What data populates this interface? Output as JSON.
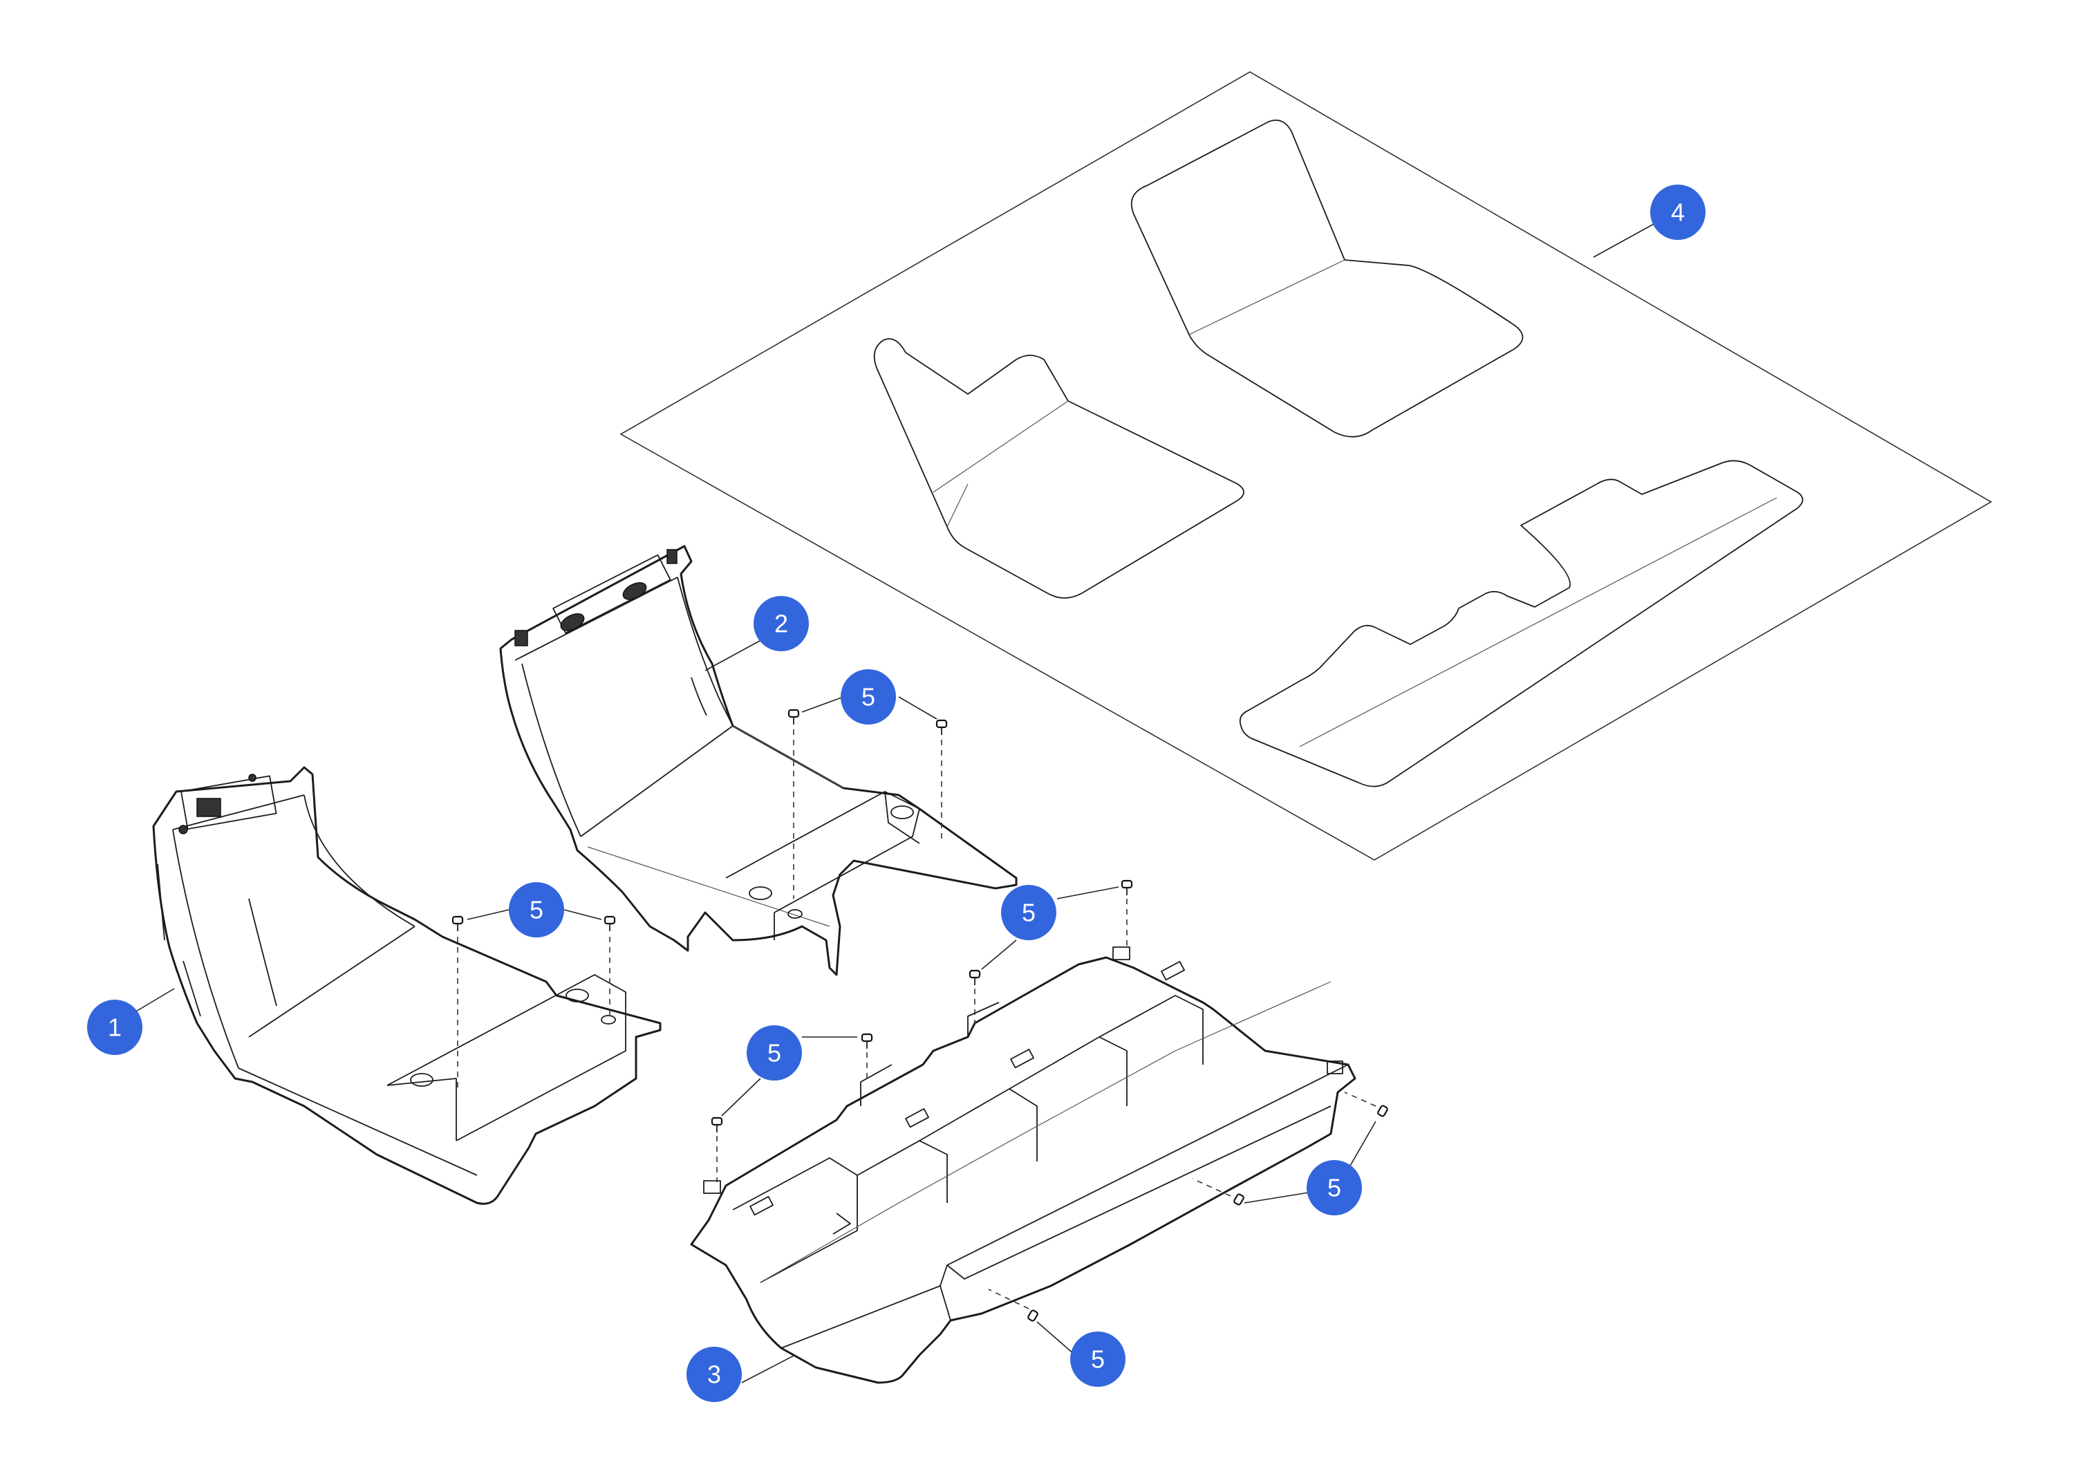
{
  "callouts": [
    {
      "id": "c1",
      "label": "1"
    },
    {
      "id": "c2",
      "label": "2"
    },
    {
      "id": "c3",
      "label": "3"
    },
    {
      "id": "c4",
      "label": "4"
    },
    {
      "id": "c5a",
      "label": "5"
    },
    {
      "id": "c5b",
      "label": "5"
    },
    {
      "id": "c5c",
      "label": "5"
    },
    {
      "id": "c5d",
      "label": "5"
    },
    {
      "id": "c5e",
      "label": "5"
    },
    {
      "id": "c5f",
      "label": "5"
    }
  ],
  "colors": {
    "callout_fill": "#3366dd",
    "callout_text": "#ffffff",
    "line": "#1c1c1c",
    "background": "#ffffff"
  }
}
